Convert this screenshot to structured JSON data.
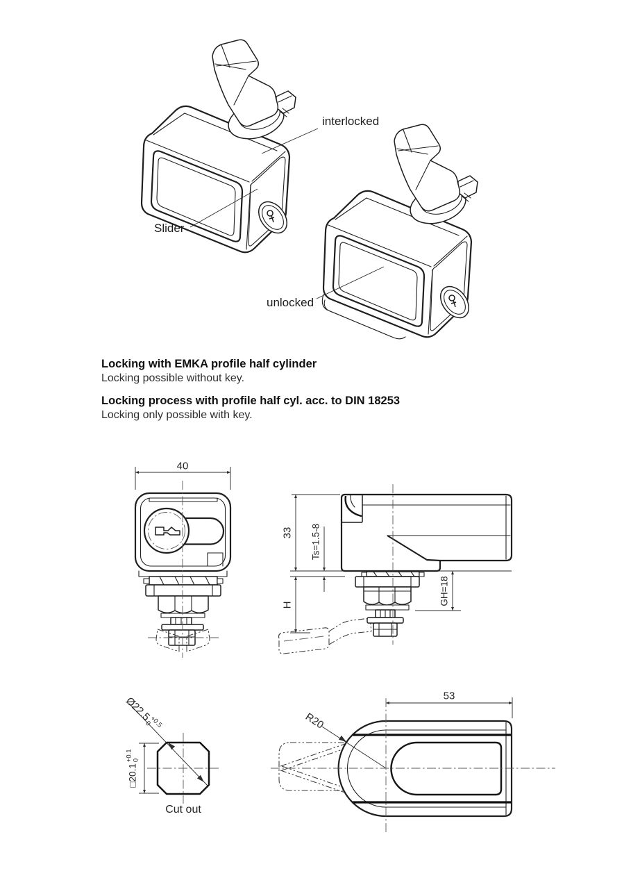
{
  "iso": {
    "interlocked_label": "interlocked",
    "slider_label": "Slider",
    "unlocked_label": "unlocked"
  },
  "notes": [
    {
      "heading": "Locking with EMKA profile half cylinder",
      "body": "Locking possible without key."
    },
    {
      "heading": "Locking process with profile half cyl. acc. to DIN 18253",
      "body": "Locking only possible with key."
    }
  ],
  "dimensions": {
    "front_width": "40",
    "side_height": "33",
    "panel_thickness": "Ts=1.5-8",
    "h_dim": "H",
    "grip_height": "GH=18",
    "top_length": "53",
    "radius": "R20",
    "cutout_diameter": {
      "main": "Ø22.5",
      "tol_upper": "+0.5",
      "tol_lower": "0"
    },
    "cutout_square": {
      "main": "□20.1",
      "tol_upper": "+0.1",
      "tol_lower": "0"
    },
    "cutout_caption": "Cut out"
  }
}
